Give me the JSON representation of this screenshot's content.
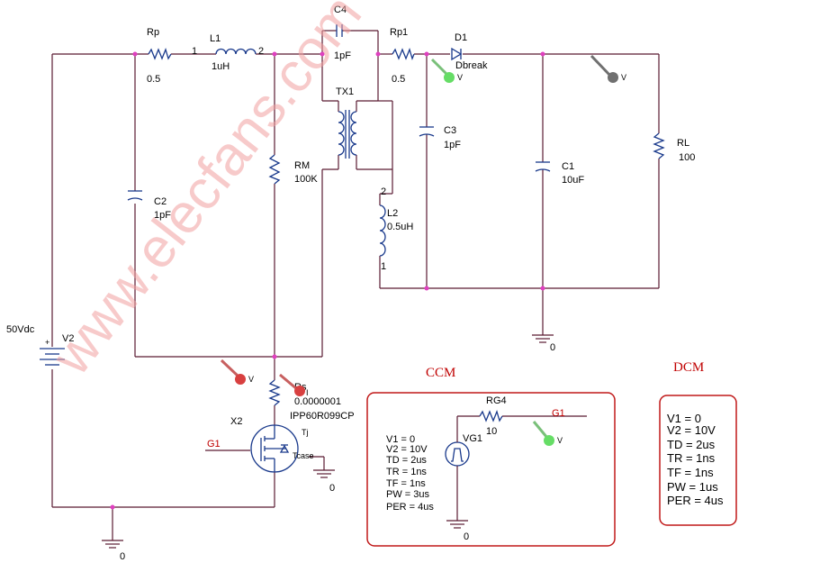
{
  "components": {
    "rp": {
      "ref": "Rp",
      "value": "0.5"
    },
    "l1": {
      "ref": "L1",
      "value": "1uH",
      "pin1": "1",
      "pin2": "2"
    },
    "c4": {
      "ref": "C4",
      "value": "1pF"
    },
    "rp1": {
      "ref": "Rp1",
      "value": "0.5"
    },
    "d1": {
      "ref": "D1",
      "model": "Dbreak"
    },
    "tx1": {
      "ref": "TX1"
    },
    "c3": {
      "ref": "C3",
      "value": "1pF"
    },
    "c1": {
      "ref": "C1",
      "value": "10uF"
    },
    "rl": {
      "ref": "RL",
      "value": "100"
    },
    "c2": {
      "ref": "C2",
      "value": "1pF"
    },
    "rm": {
      "ref": "RM",
      "value": "100K"
    },
    "l2": {
      "ref": "L2",
      "value": "0.5uH",
      "pin1": "1",
      "pin2": "2"
    },
    "v2": {
      "ref": "V2",
      "value": "50Vdc",
      "plus": "+"
    },
    "rs": {
      "ref": "Rs",
      "value": "0.0000001"
    },
    "x2": {
      "ref": "X2",
      "model": "IPP60R099CP",
      "tj": "Tj",
      "tcase": "Tcase"
    }
  },
  "nets": {
    "g1": "G1"
  },
  "grounds": {
    "label": "0"
  },
  "probes": {
    "v": "V",
    "i": "I"
  },
  "ccm": {
    "title": "CCM",
    "source_ref": "VG1",
    "resistor_ref": "RG4",
    "resistor_value": "10",
    "params": [
      "V1 = 0",
      "V2 = 10V",
      "TD = 2us",
      "TR = 1ns",
      "TF = 1ns",
      "PW = 3us",
      "PER = 4us"
    ]
  },
  "dcm": {
    "title": "DCM",
    "params": [
      "V1 = 0",
      "V2 = 10V",
      "TD = 2us",
      "TR = 1ns",
      "TF = 1ns",
      "PW = 1us",
      "PER = 4us"
    ]
  },
  "watermark": "www.elecfans.com",
  "colors": {
    "wire": "#5a1a32",
    "component": "#1a3a8c",
    "box": "#c01818",
    "junction": "#e040c0"
  }
}
